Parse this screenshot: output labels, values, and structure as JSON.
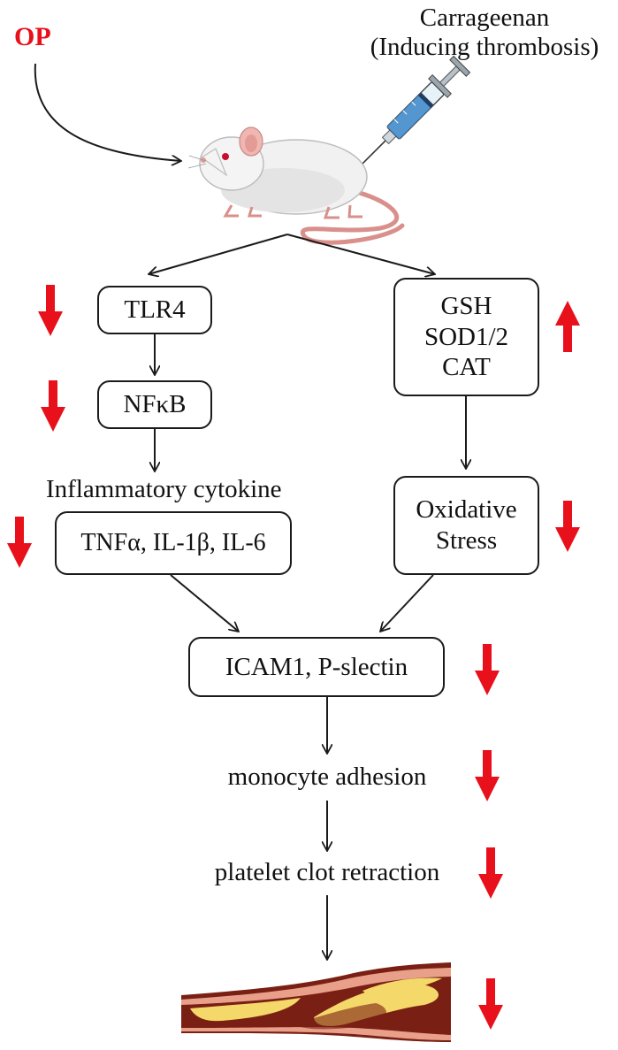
{
  "colors": {
    "accent_red": "#e8101a",
    "line": "#1a1a1a",
    "vessel_wall": "#7a1f14",
    "plaque": "#f4d86a"
  },
  "treatment_label": "OP",
  "inducer": {
    "line1": "Carrageenan",
    "line2": "(Inducing thrombosis)"
  },
  "left_branch": {
    "tlr4": "TLR4",
    "nfkb": "NFκB",
    "cytokine_heading": "Inflammatory cytokine",
    "cytokines": "TNFα, IL-1β, IL-6"
  },
  "right_branch": {
    "antioxidants": [
      "GSH",
      "SOD1/2",
      "CAT"
    ],
    "stress": [
      "Oxidative",
      "Stress"
    ]
  },
  "merge_box": "ICAM1, P-slectin",
  "steps": [
    "monocyte adhesion",
    "platelet clot retraction"
  ],
  "icons": [
    "syringe-icon",
    "mouse-icon",
    "blood-vessel-icon"
  ],
  "indicators": {
    "tlr4": "down",
    "nfkb": "down",
    "cytokines": "down",
    "antioxidants": "up",
    "stress": "down",
    "adhesion_molecules": "down",
    "monocyte_adhesion": "down",
    "clot_retraction": "down",
    "thrombus": "down"
  }
}
